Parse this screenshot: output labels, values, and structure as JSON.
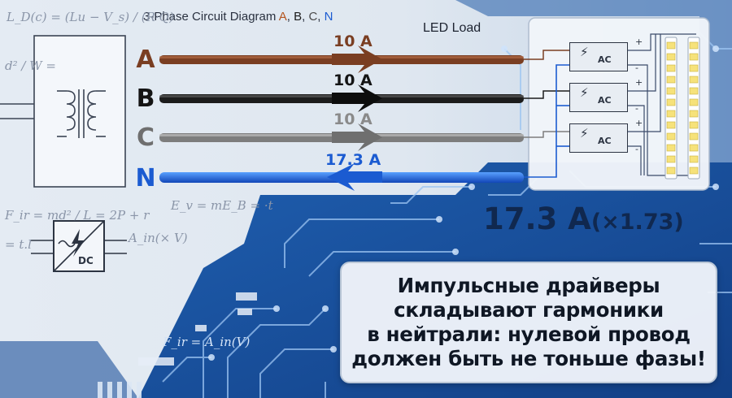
{
  "diagram": {
    "title": {
      "prefix": "3-Phase Circuit Diagram ",
      "a": "A",
      "b": "B",
      "c": "C",
      "n": "N",
      "sep": ", "
    },
    "led_label": "LED Load",
    "phases": [
      {
        "letter": "A",
        "current": "10 A",
        "color": "#7a3e22"
      },
      {
        "letter": "B",
        "current": "10 A",
        "color": "#1c1c1c"
      },
      {
        "letter": "C",
        "current": "10 A",
        "color": "#7d7d7d"
      },
      {
        "letter": "N",
        "current": "17.3 A",
        "color": "#1b5bd1"
      }
    ],
    "drivers": [
      {
        "label": "AC",
        "plus": "+",
        "minus": "-"
      },
      {
        "label": "AC",
        "plus": "+",
        "minus": "-"
      },
      {
        "label": "AC",
        "plus": "+",
        "minus": "-"
      }
    ],
    "dc_converter_label": "DC",
    "neutral_total": {
      "value": "17.3 A",
      "factor": "(×1.73)"
    },
    "message": "Импульсные драйверы\nскладывают гармоники\nв нейтрали: нулевой провод\nдолжен быть не тоньше фазы!",
    "formulas": [
      "L_D(c) = (Lu − V_s) / (R·Q)",
      "d² / W =",
      "F_ir = md² / L = 2P + r",
      "E_v = mE_B = ·t",
      "= t.l",
      "A_in(× V)",
      "F_ir = A_in(V)"
    ]
  }
}
